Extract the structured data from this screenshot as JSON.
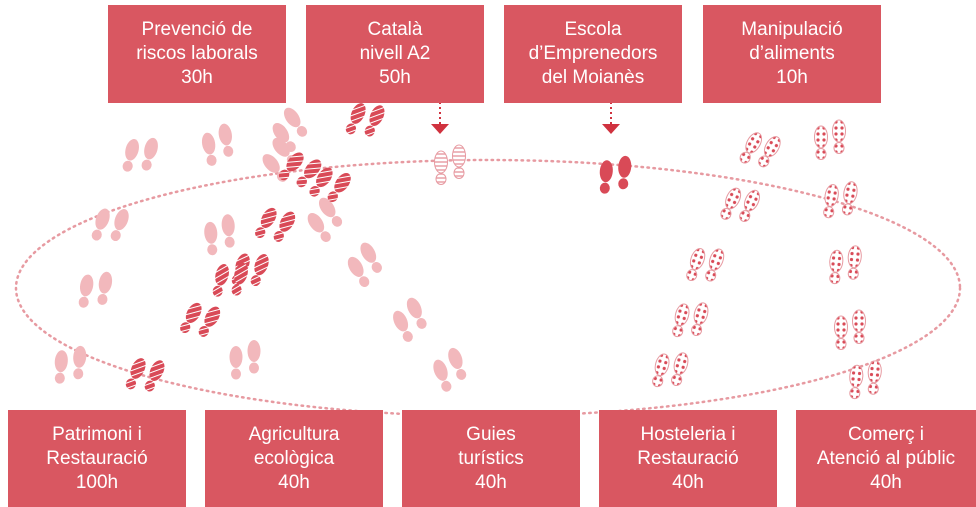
{
  "colors": {
    "box": "#d95761",
    "text": "#ffffff",
    "footprint": "#f2b8bc",
    "footprint_dark": "#d94a57",
    "trail": "#e79aa1",
    "arrow": "#d0323f"
  },
  "top_boxes": [
    {
      "id": "prevencio",
      "lines": [
        "Prevenció de",
        "riscos laborals",
        "30h"
      ]
    },
    {
      "id": "catala",
      "lines": [
        "Català",
        "nivell A2",
        "50h"
      ]
    },
    {
      "id": "escola",
      "lines": [
        "Escola",
        "d’Emprenedors",
        "del Moianès"
      ]
    },
    {
      "id": "manipulacio",
      "lines": [
        "Manipulació",
        "d’aliments",
        "10h"
      ]
    }
  ],
  "bottom_boxes": [
    {
      "id": "patrimoni",
      "lines": [
        "Patrimoni i",
        "Restauració",
        "100h"
      ]
    },
    {
      "id": "agricultura",
      "lines": [
        "Agricultura",
        "ecològica",
        "40h"
      ]
    },
    {
      "id": "guies",
      "lines": [
        "Guies",
        "turístics",
        "40h"
      ]
    },
    {
      "id": "hosteleria",
      "lines": [
        "Hosteleria i",
        "Restauració",
        "40h"
      ]
    },
    {
      "id": "comerc",
      "lines": [
        "Comerç i",
        "Atenció al públic",
        "40h"
      ]
    }
  ],
  "icons": {
    "footprint": "shoe-print-icon",
    "arrow": "arrow-down-icon"
  }
}
